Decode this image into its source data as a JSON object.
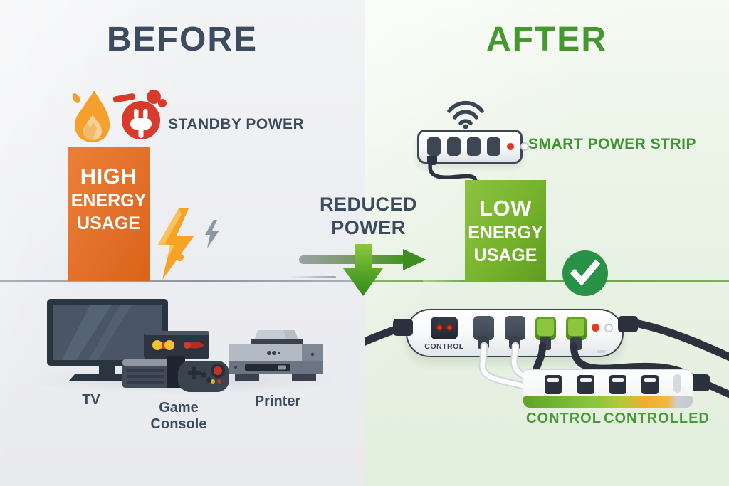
{
  "before": {
    "title": "BEFORE",
    "standby_label": "STANDBY POWER",
    "usage_bar": {
      "line1": "HIGH",
      "line2": "ENERGY",
      "line3": "USAGE"
    },
    "devices": [
      {
        "label": "TV"
      },
      {
        "label": "Game Console"
      },
      {
        "label": "Printer"
      }
    ]
  },
  "center": {
    "line1": "REDUCED",
    "line2": "POWER"
  },
  "after": {
    "title": "AFTER",
    "strip_label": "SMART POWER STRIP",
    "usage_bar": {
      "line1": "LOW",
      "line2": "ENERGY",
      "line3": "USAGE"
    },
    "strip": {
      "control_outlet_label": "CONTROL"
    },
    "legend": {
      "control": "CONTROL",
      "controlled": "CONTROLLED"
    }
  },
  "colors": {
    "before_title": "#3d4b5e",
    "after_title": "#44982f",
    "high_bar_orange": "#e2702a",
    "low_bar_green": "#76b32c",
    "alert_red": "#d93a2b",
    "lightning_orange": "#f6a224",
    "lightning_gray": "#8d97a4",
    "check_green": "#2a9246",
    "legend_green": "#49993a",
    "floor_gray": "#9aa1ab",
    "floor_green": "#69a24b",
    "left_background": "#ecedf0",
    "right_background": "#e9f3e5",
    "cord_dark": "#2b323d"
  }
}
